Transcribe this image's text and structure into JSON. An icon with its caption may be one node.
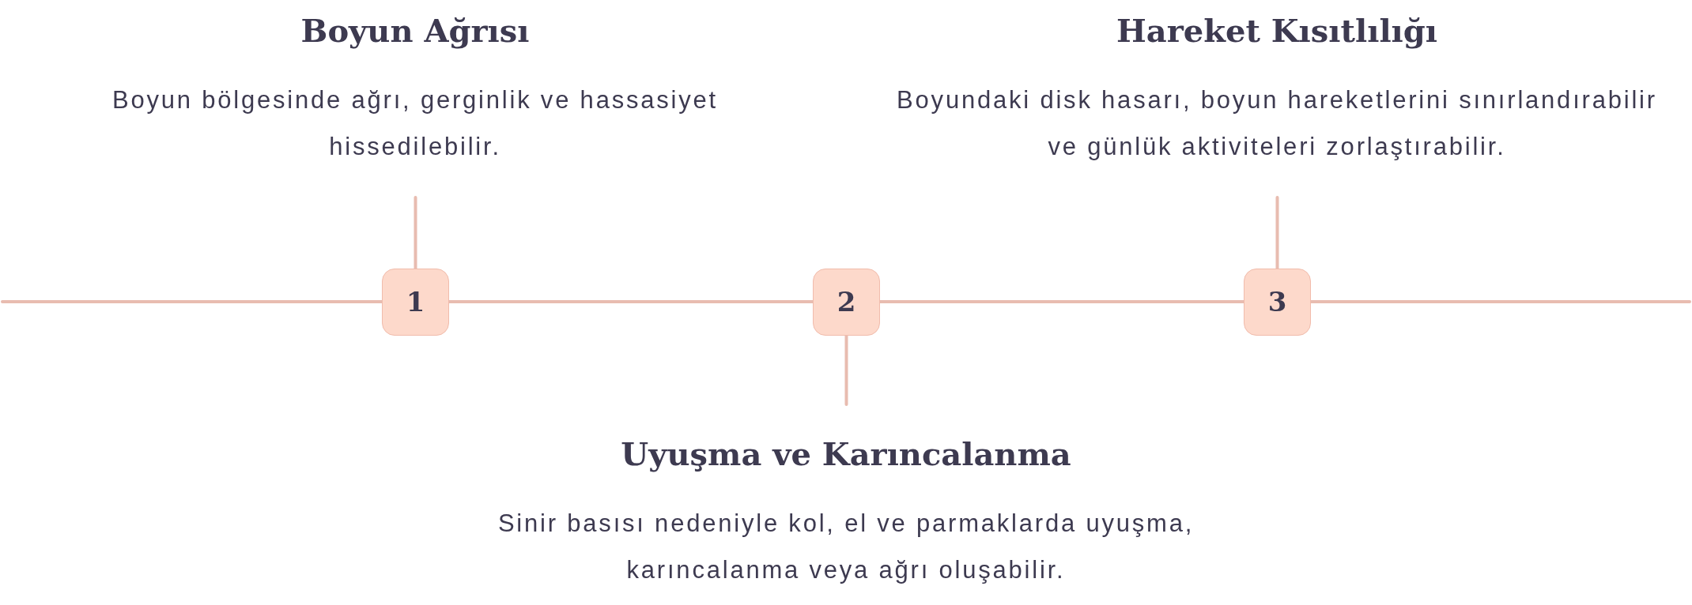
{
  "diagram": {
    "nodes": [
      {
        "text": [
          "Boyun Ağrısı",
          "Boyun bölgesinde ağrı, gerginlik ve hassasiyet hissedilebilir."
        ]
      },
      {
        "text": [
          "Hareket Kısıtlılığı",
          "Boyundaki disk hasarı, boyun hareketlerini sınırlandırabilir ve günlük aktiviteleri zorlaştırabilir."
        ]
      },
      {
        "text": [
          "1"
        ]
      },
      {
        "text": [
          "2"
        ]
      },
      {
        "text": [
          "3"
        ]
      },
      {
        "text": [
          "Uyuşma ve Karıncalanma",
          "Sinir basısı nedeniyle kol, el ve parmaklarda uyuşma, karıncalanma veya ağrı oluşabilir."
        ]
      }
    ],
    "edges": [
      {
        "from": null,
        "to": 2,
        "arrow": "none"
      },
      {
        "from": 2,
        "to": 3,
        "arrow": "none"
      },
      {
        "from": 3,
        "to": 4,
        "arrow": "none"
      },
      {
        "from": 4,
        "to": null,
        "arrow": "none"
      },
      {
        "from": 2,
        "to": 0,
        "arrow": "none"
      },
      {
        "from": 3,
        "to": 5,
        "arrow": "none"
      },
      {
        "from": 4,
        "to": 1,
        "arrow": "none"
      }
    ]
  }
}
